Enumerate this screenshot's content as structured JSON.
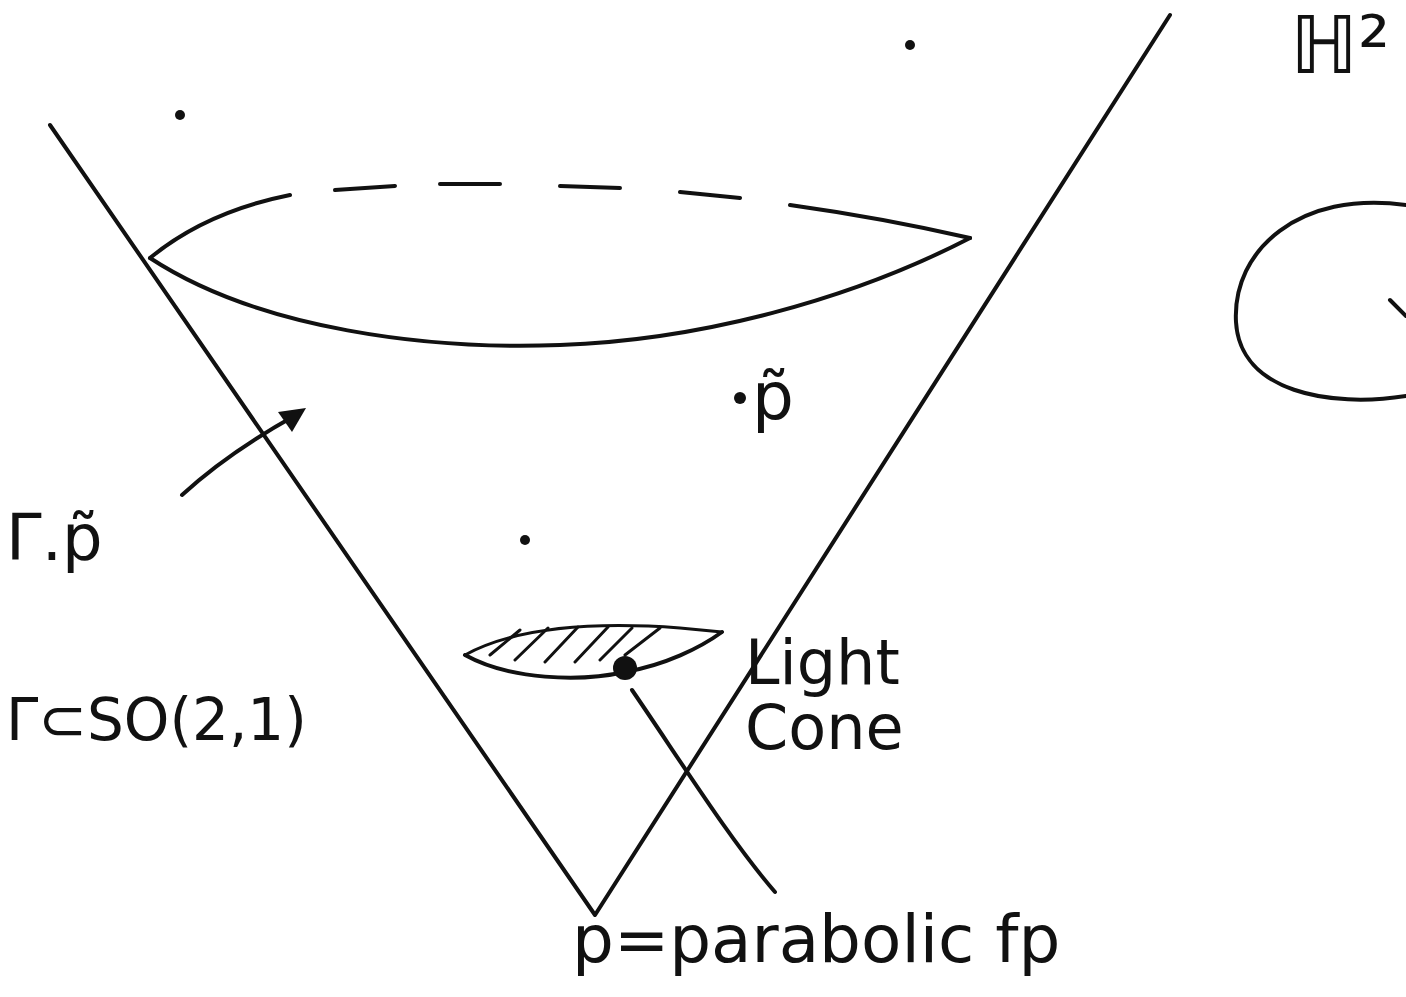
{
  "diagram": {
    "labels": [
      "ℍ²",
      "p̃",
      "Γ.p̃",
      "Γ⊂SO(2,1)",
      "Light Cone",
      "p=parabolic fp"
    ]
  }
}
